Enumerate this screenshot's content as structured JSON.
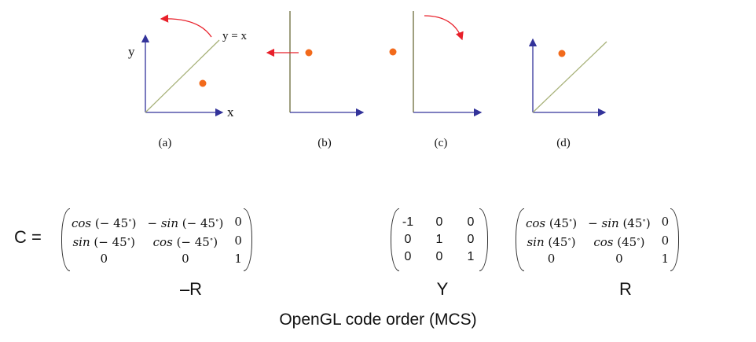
{
  "figure": {
    "panels": [
      {
        "label": "(a)"
      },
      {
        "label": "(b)"
      },
      {
        "label": "(c)"
      },
      {
        "label": "(d)"
      }
    ],
    "axis_y": "y",
    "axis_x": "x",
    "line_label": "y = x",
    "colors": {
      "axis": "#33339a",
      "diagonal": "#a8b27a",
      "point": "#f26a1b",
      "arrow": "#e8202a",
      "vertical_line": "#6b6b3a"
    }
  },
  "equation": {
    "lhs": "C =",
    "minus_r": {
      "label": "–R",
      "rows": [
        [
          "cos",
          "(− 45",
          ")",
          "− sin",
          "(− 45",
          ")",
          "0"
        ],
        [
          "sin",
          "(− 45",
          ")",
          "cos",
          "(− 45",
          ")",
          "0"
        ]
      ],
      "last_row": [
        "0",
        "0",
        "1"
      ],
      "degree": "∘"
    },
    "y_mat": {
      "label": "Y",
      "rows": [
        [
          "-1",
          "0",
          "0"
        ],
        [
          "0",
          "1",
          "0"
        ],
        [
          "0",
          "0",
          "1"
        ]
      ]
    },
    "r": {
      "label": "R",
      "rows": [
        [
          "cos",
          "(45",
          ")",
          "− sin",
          "(45",
          ")",
          "0"
        ],
        [
          "sin",
          "(45",
          ")",
          "cos",
          "(45",
          ")",
          "0"
        ]
      ],
      "last_row": [
        "0",
        "0",
        "1"
      ],
      "degree": "∘"
    }
  },
  "caption": "OpenGL code order (MCS)"
}
